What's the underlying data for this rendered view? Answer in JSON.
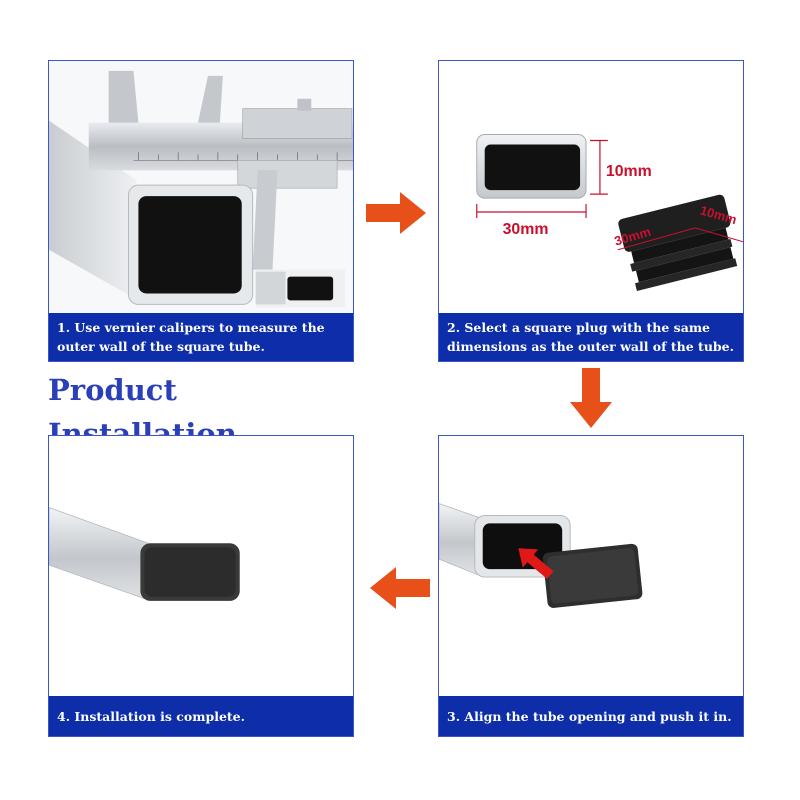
{
  "title": "Product Installation",
  "steps": [
    {
      "caption_line1": "1. Use vernier calipers to measure the",
      "caption_line2": "outer wall of the square tube."
    },
    {
      "caption_line1": "2. Select a square plug with the same",
      "caption_line2": "dimensions as the outer wall of the tube.",
      "dim_height": "10mm",
      "dim_width": "30mm",
      "plug_dim_width": "30mm",
      "plug_dim_height": "10mm"
    },
    {
      "caption": "3. Align the tube opening and push it in."
    },
    {
      "caption": "4. Installation is complete."
    }
  ],
  "colors": {
    "caption_bg": "#0d2ea8",
    "title": "#2b3fb8",
    "arrow": "#e8501a",
    "dimension": "#c8102e"
  }
}
